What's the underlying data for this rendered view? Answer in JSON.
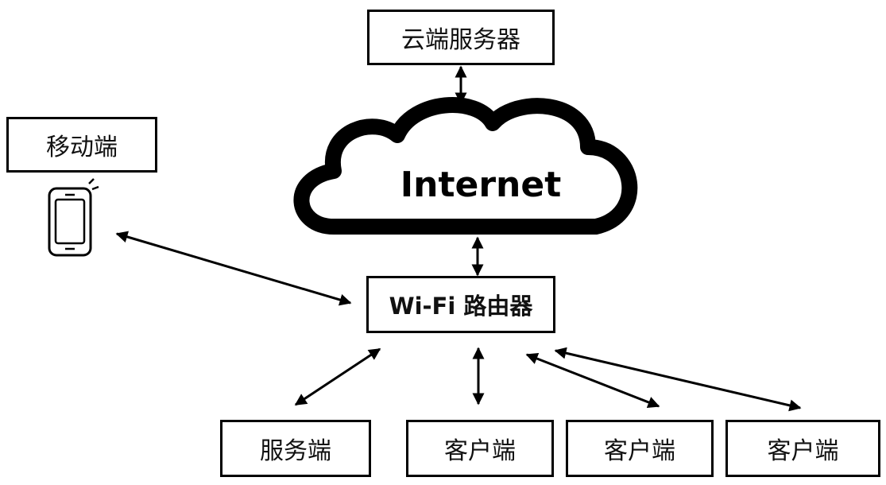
{
  "nodes": {
    "cloud_server": "云端服务器",
    "mobile": "移动端",
    "internet": "Internet",
    "router": "Wi-Fi 路由器",
    "server": "服务端",
    "client_1": "客户端",
    "client_2": "客户端",
    "client_3": "客户端"
  },
  "icons": {
    "phone": "smartphone-icon"
  },
  "colors": {
    "stroke": "#000000",
    "background": "#ffffff"
  }
}
